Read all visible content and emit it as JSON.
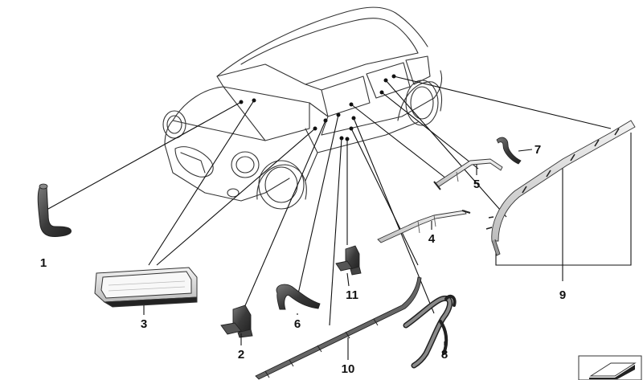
{
  "callouts": [
    {
      "id": "1",
      "label": "1"
    },
    {
      "id": "2",
      "label": "2"
    },
    {
      "id": "3",
      "label": "3"
    },
    {
      "id": "4",
      "label": "4"
    },
    {
      "id": "5",
      "label": "5"
    },
    {
      "id": "6",
      "label": "6"
    },
    {
      "id": "7",
      "label": "7"
    },
    {
      "id": "8",
      "label": "8"
    },
    {
      "id": "9",
      "label": "9"
    },
    {
      "id": "10",
      "label": "10"
    },
    {
      "id": "11",
      "label": "11"
    }
  ],
  "colors": {
    "outline": "#333333",
    "leader": "#111111",
    "part_dark": "#3a3a3a",
    "part_mid": "#6b6b6b",
    "part_light": "#d8d8d8"
  },
  "icons": {
    "car": "car-outline-icon",
    "corner_badge": "folded-card-icon"
  }
}
